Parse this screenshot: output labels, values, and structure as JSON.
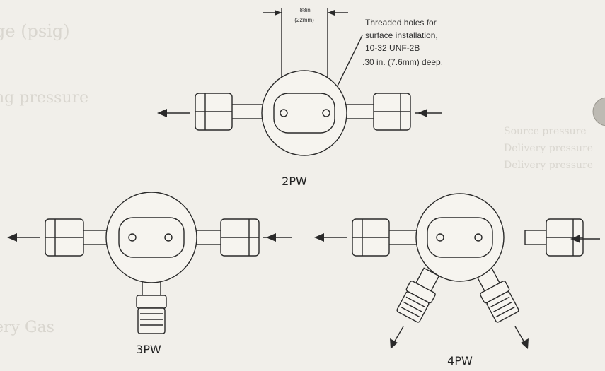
{
  "dimension": {
    "imperial": ".88in",
    "metric": "(22mm)"
  },
  "note": {
    "line1": "Threaded holes for",
    "line2": "surface installation,",
    "line3": "10-32 UNF-2B",
    "line4": ".30 in. (7.6mm) deep."
  },
  "models": {
    "two_port": "2PW",
    "three_port": "3PW",
    "four_port": "4PW"
  },
  "background_text": {
    "line1": "ge (psig)",
    "line2": "ng pressure",
    "line3": "Source pressure",
    "line4": "Delivery pressure",
    "line5": "Delivery pressure",
    "line6": "ery Gas"
  },
  "colors": {
    "ink": "#2a2a2a",
    "paper": "#f1efea",
    "background_print": "#d9d6cf"
  },
  "icons": [
    "flow-arrow-icon",
    "hex-fitting-icon",
    "tab-marker-icon"
  ]
}
